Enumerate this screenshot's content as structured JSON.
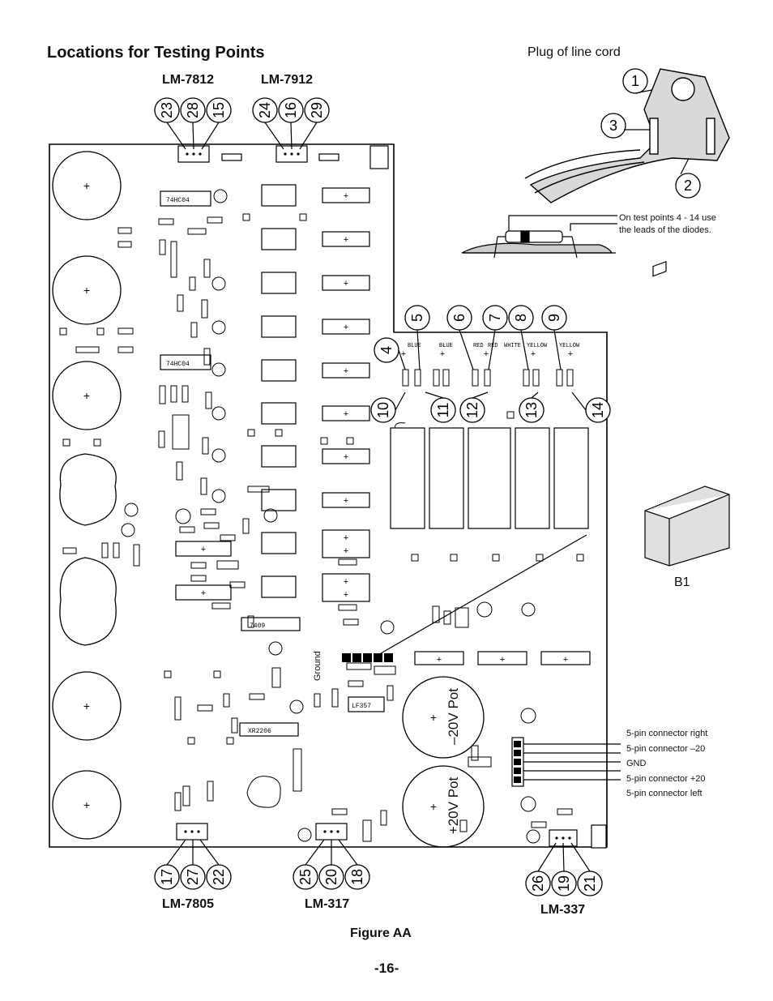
{
  "title": "Locations for Testing Points",
  "plug_label": "Plug of line cord",
  "regulators": {
    "lm7812": "LM-7812",
    "lm7912": "LM-7912",
    "lm7805": "LM-7805",
    "lm317": "LM-317",
    "lm337": "LM-337"
  },
  "diode_note": "On test points 4 - 14 use the leads of the diodes.",
  "b1_label": "B1",
  "ground_label": "Ground",
  "connector_labels": [
    "5-pin connector right",
    "5-pin connector –20",
    "GND",
    "5-pin connector +20",
    "5-pin connector left"
  ],
  "pots": {
    "minus20": "–20V Pot",
    "plus20": "+20V Pot"
  },
  "caption": "Figure AA",
  "page_number": "-16-",
  "test_points": [
    "1",
    "2",
    "3",
    "4",
    "5",
    "6",
    "7",
    "8",
    "9",
    "10",
    "11",
    "12",
    "13",
    "14",
    "15",
    "16",
    "17",
    "18",
    "19",
    "20",
    "21",
    "22",
    "23",
    "24",
    "25",
    "26",
    "27",
    "28",
    "29"
  ],
  "diode_colors": [
    "BLUE",
    "BLUE",
    "RED",
    "RED",
    "WHITE",
    "YELLOW",
    "YELLOW"
  ]
}
